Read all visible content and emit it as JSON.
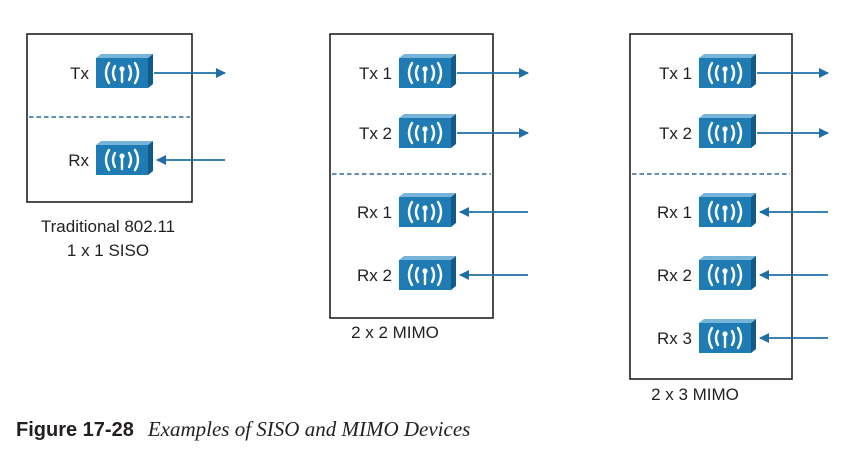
{
  "colors": {
    "radio_face": "#1e7bb4",
    "radio_top": "#76b4d9",
    "radio_side": "#135a87",
    "arrow": "#1f6fa6",
    "divider": "#2c6e9b",
    "box_border": "#231f20",
    "text": "#231f20"
  },
  "icon": "wireless-radio-icon",
  "devices": [
    {
      "id": "siso",
      "caption": [
        "Traditional 802.11",
        "1 x 1 SISO"
      ],
      "tx": [
        "Tx"
      ],
      "rx": [
        "Rx"
      ]
    },
    {
      "id": "mimo-2x2",
      "caption": [
        "2 x 2 MIMO"
      ],
      "tx": [
        "Tx 1",
        "Tx 2"
      ],
      "rx": [
        "Rx 1",
        "Rx 2"
      ]
    },
    {
      "id": "mimo-2x3",
      "caption": [
        "2 x 3 MIMO"
      ],
      "tx": [
        "Tx 1",
        "Tx 2"
      ],
      "rx": [
        "Rx 1",
        "Rx 2",
        "Rx 3"
      ]
    }
  ],
  "figure": {
    "number": "Figure 17-28",
    "title": "Examples of SISO and MIMO Devices"
  }
}
